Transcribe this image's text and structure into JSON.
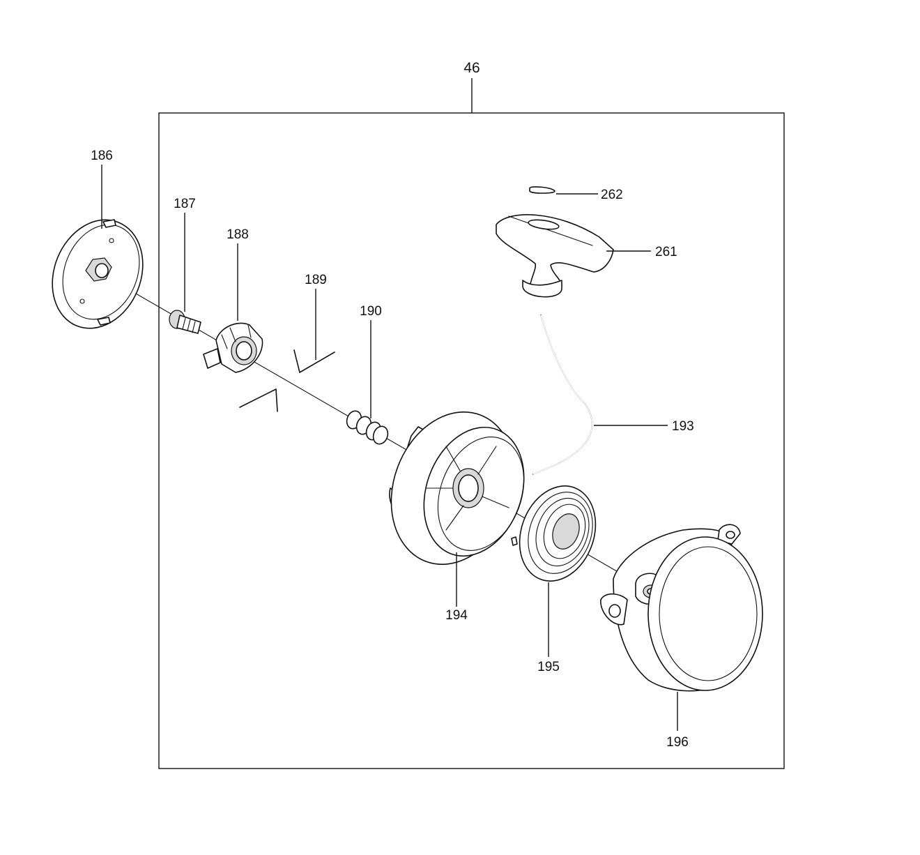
{
  "assembly": {
    "number": "46"
  },
  "callouts": [
    {
      "id": "186",
      "label": "186"
    },
    {
      "id": "187",
      "label": "187"
    },
    {
      "id": "188",
      "label": "188"
    },
    {
      "id": "189",
      "label": "189"
    },
    {
      "id": "190",
      "label": "190"
    },
    {
      "id": "193",
      "label": "193"
    },
    {
      "id": "194",
      "label": "194"
    },
    {
      "id": "195",
      "label": "195"
    },
    {
      "id": "196",
      "label": "196"
    },
    {
      "id": "261",
      "label": "261"
    },
    {
      "id": "262",
      "label": "262"
    }
  ]
}
